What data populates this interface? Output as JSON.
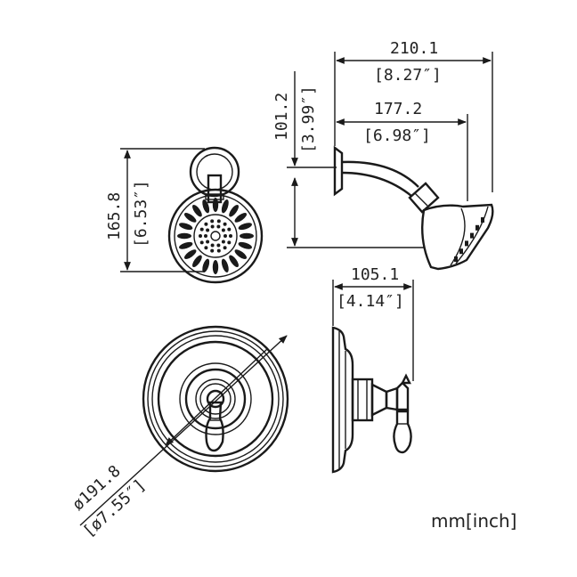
{
  "units_label": "mm[inch]",
  "dimensions": {
    "overall_reach": {
      "mm": "210.1",
      "inch": "[8.27″]"
    },
    "arm_reach": {
      "mm": "177.2",
      "inch": "[6.98″]"
    },
    "drop": {
      "mm": "101.2",
      "inch": "[3.99″]"
    },
    "head_height": {
      "mm": "165.8",
      "inch": "[6.53″]"
    },
    "valve_depth": {
      "mm": "105.1",
      "inch": "[4.14″]"
    },
    "trim_diameter": {
      "mm": "ø191.8",
      "inch": "[ø7.55″]"
    }
  },
  "components": [
    {
      "id": "showerhead-front-view"
    },
    {
      "id": "showerhead-side-view"
    },
    {
      "id": "valve-trim-front-view"
    },
    {
      "id": "valve-trim-side-view"
    }
  ]
}
